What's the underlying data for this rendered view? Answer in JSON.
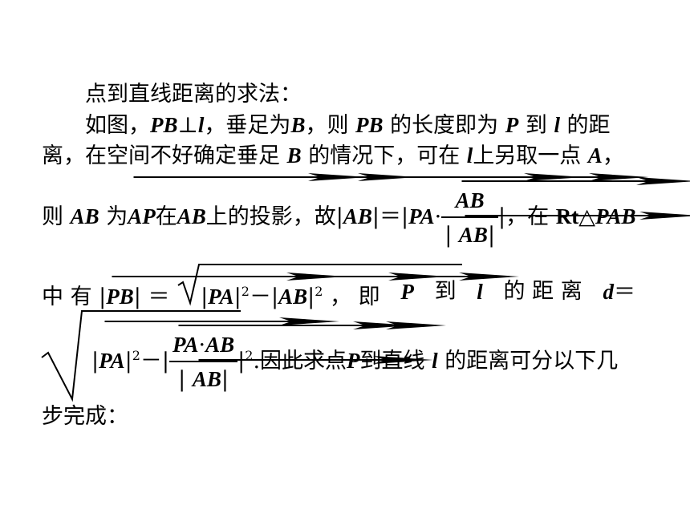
{
  "title": "点到直线距离的求法：",
  "p1": {
    "a": "如图，",
    "pb": "PB",
    "perp": "⊥",
    "l": "l",
    "b": "，垂足为",
    "B": "B",
    "c": "，则",
    "pb2": "PB",
    "d": "的长度即为",
    "P": "P",
    "e": "到",
    "l2": "l",
    "f": "的距"
  },
  "p2": {
    "a": "离，在空间不好确定垂足",
    "B": "B",
    "b": "的情况下，可在",
    "l": "l",
    "c": "上另取一点",
    "A": "A",
    "d": "，"
  },
  "p3": {
    "a": "则",
    "AB": "AB",
    "b": "为",
    "AP": "AP",
    "c": "在",
    "AB2": "AB",
    "d": "上的投影，故|",
    "AB3": "AB",
    "e": "|＝|",
    "PA": "PA",
    "dot": "·",
    "numAB": "AB",
    "denBar": "|",
    "denAB": "AB",
    "denBar2": "|",
    "f": "|，在",
    "Rt": "Rt△",
    "PAB": "PAB"
  },
  "p4": {
    "a": "中 有 |",
    "PB": "PB",
    "b": "| ＝",
    "r1": "|",
    "PA": "PA",
    "r2": "|",
    "sq1": "2",
    "minus": "－|",
    "AB": "AB",
    "r3": "|",
    "sq2": "2",
    "c": "， 即",
    "P": "P",
    "d": "到",
    "l": "l",
    "e": "的 距 离",
    "dv": "d",
    "f": "＝"
  },
  "p5": {
    "r1": "|",
    "PA": "PA",
    "r2": "|",
    "sq1": "2",
    "minus": "－|",
    "numPA": "PA",
    "numDot": "·",
    "numAB": "AB",
    "denBar": "|",
    "denAB": "AB",
    "denBar2": "|",
    "r3": "|",
    "sq2": "2",
    "a": ".因此求点",
    "P": "P",
    "b": "到直线",
    "l": "l",
    "c": "的距离可分以下几"
  },
  "p6": {
    "a": "步完成："
  }
}
